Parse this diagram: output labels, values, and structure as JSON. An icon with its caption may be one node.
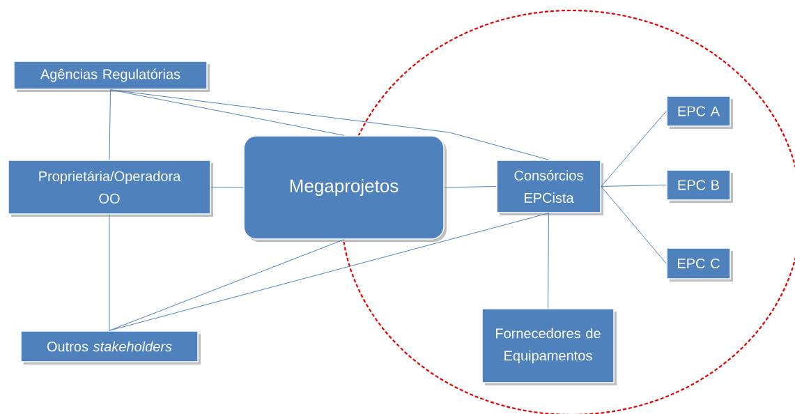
{
  "diagram": {
    "nodes": [
      {
        "text": [
          "Agências Regulatórias"
        ]
      },
      {
        "text": [
          "Proprietária/Operadora OO"
        ]
      },
      {
        "text": [
          "Megaprojetos"
        ]
      },
      {
        "text": [
          "Consórcios EPCista"
        ]
      },
      {
        "text": [
          "EPC A"
        ]
      },
      {
        "text": [
          "EPC B"
        ]
      },
      {
        "text": [
          "EPC C"
        ]
      },
      {
        "text": [
          "Fornecedores de Equipamentos"
        ]
      },
      {
        "text": [
          "Outros *stakeholders*"
        ]
      }
    ],
    "edges": [
      {
        "from": 0,
        "to": 1,
        "arrow": "none"
      },
      {
        "from": 0,
        "to": 2,
        "arrow": "none"
      },
      {
        "from": 0,
        "to": 3,
        "arrow": "none"
      },
      {
        "from": 1,
        "to": 2,
        "arrow": "none"
      },
      {
        "from": 1,
        "to": 8,
        "arrow": "none"
      },
      {
        "from": 2,
        "to": 3,
        "arrow": "none"
      },
      {
        "from": 8,
        "to": 2,
        "arrow": "none"
      },
      {
        "from": 8,
        "to": 3,
        "arrow": "none"
      },
      {
        "from": 3,
        "to": 4,
        "arrow": "none"
      },
      {
        "from": 3,
        "to": 5,
        "arrow": "none"
      },
      {
        "from": 3,
        "to": 6,
        "arrow": "none"
      },
      {
        "from": 3,
        "to": 7,
        "arrow": "none"
      }
    ]
  }
}
